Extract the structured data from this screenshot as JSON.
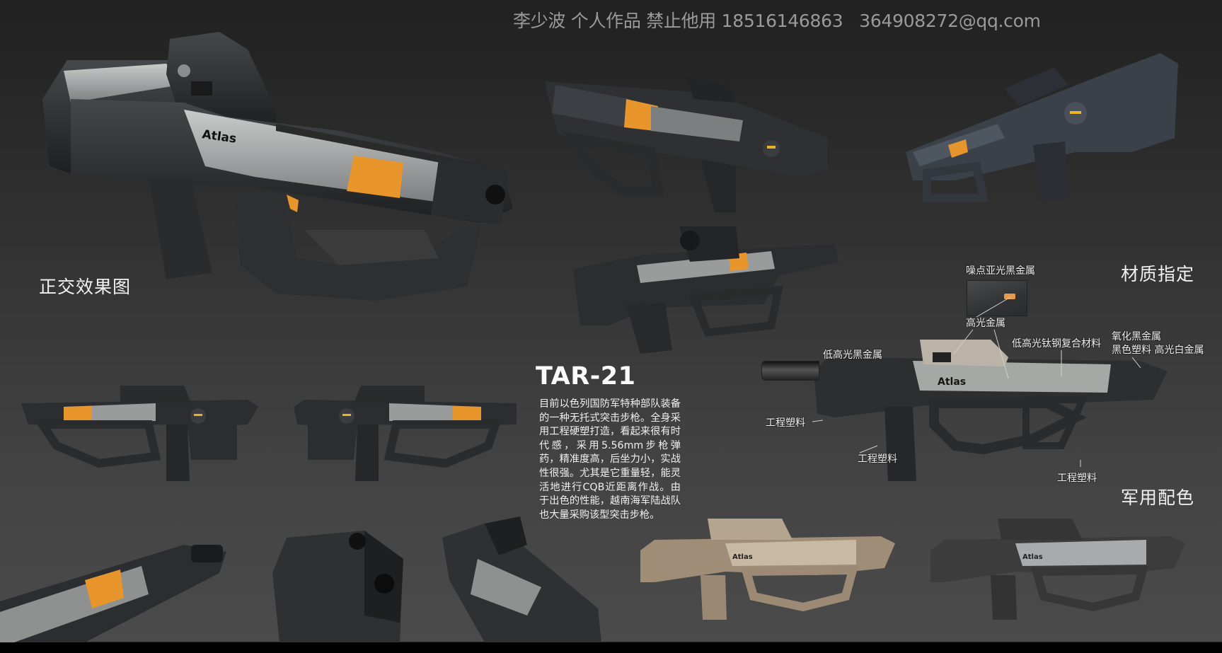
{
  "header": {
    "credit": "李少波 个人作品 禁止他用 18516146863   364908272@qq.com"
  },
  "sections": {
    "orthographic_title": "正交效果图",
    "material_title": "材质指定",
    "military_color_title": "军用配色"
  },
  "weapon": {
    "name": "TAR-21",
    "brand_marking": "Atlas",
    "description": "目前以色列国防军特种部队装备的一种无托式突击步枪。全身采用工程硬塑打造，看起来很有时代感，采用5.56mm步枪弹药，精准度高，后坐力小，实战性很强。尤其是它重量轻，能灵活地进行CQB近距离作战。由于出色的性能，越南海军陆战队也大量采购该型突击步枪。"
  },
  "material_labels": {
    "noise_matte_black_metal": "噪点亚光黑金属",
    "high_gloss_metal": "高光金属",
    "low_gloss_titanium_composite": "低高光钛钢复合材料",
    "oxidized_black_metal": "氧化黑金属",
    "black_plastic_white_metal": "黑色塑料 高光白金属",
    "low_gloss_black_metal": "低高光黑金属",
    "engineering_plastic_stock": "工程塑料",
    "engineering_plastic_mag": "工程塑料",
    "engineering_plastic_grip": "工程塑料"
  },
  "colors": {
    "accent_orange": "#e8952c",
    "gun_dark": "#2c2d2f",
    "gun_mid": "#3d3f42",
    "receiver_silver": "#9a9c9c",
    "tan_variant": "#a89680",
    "text_header": "#9a9a9a",
    "text_white": "#f2f2f2"
  }
}
